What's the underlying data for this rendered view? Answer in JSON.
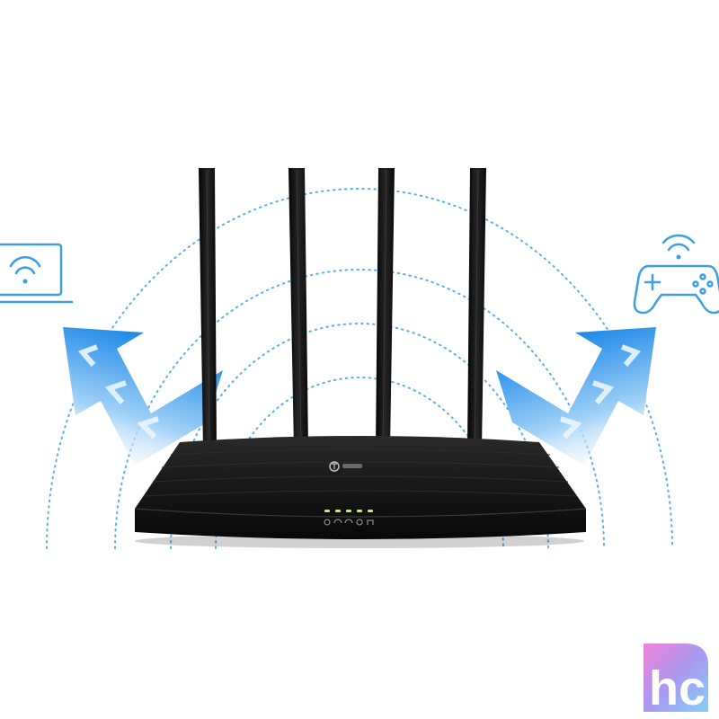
{
  "image": {
    "subject": "wifi-router-coverage",
    "router": {
      "antenna_count": 4,
      "led_count": 5,
      "logo": "tp-link",
      "body_color": "#141414",
      "led_color": "#c8f03c"
    },
    "left_device": {
      "icon": "laptop-wifi-icon"
    },
    "right_device": {
      "icon": "gamepad-wifi-icon"
    },
    "signal_rings": 4,
    "colors": {
      "ring": "#5aaee6",
      "arrow_light": "#e8f5ff",
      "arrow_dark": "#2b8fe6",
      "icon_line": "#3c9ee6"
    },
    "watermark": {
      "text": "hc"
    }
  }
}
